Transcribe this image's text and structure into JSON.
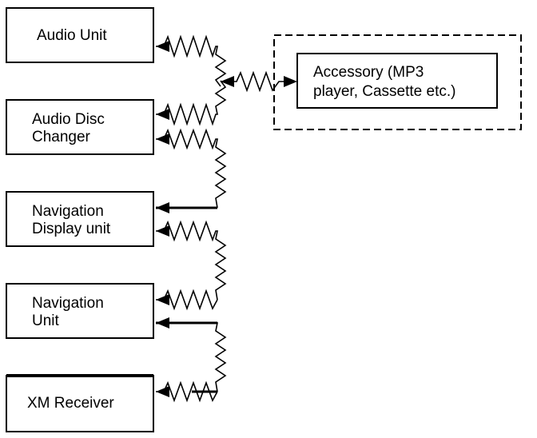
{
  "units": [
    {
      "label_lines": [
        "Audio Unit"
      ]
    },
    {
      "label_lines": [
        "Audio Disc",
        "Changer"
      ]
    },
    {
      "label_lines": [
        "Navigation",
        "Display unit"
      ]
    },
    {
      "label_lines": [
        "Navigation",
        "Unit"
      ]
    },
    {
      "label_lines": [
        "XM Receiver"
      ]
    }
  ],
  "accessory": {
    "label_lines": [
      "Accessory (MP3",
      "player, Cassette etc.)"
    ]
  },
  "colors": {
    "stroke": "#000000",
    "background": "#ffffff"
  }
}
